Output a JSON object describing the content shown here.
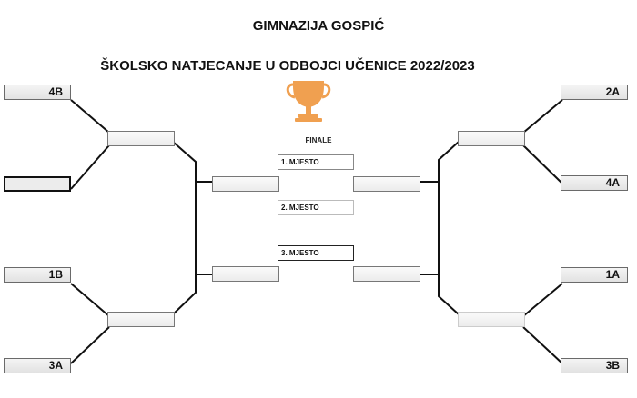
{
  "header": {
    "school": "GIMNAZIJA GOSPIĆ",
    "event": "ŠKOLSKO NATJECANJE U ODBOJCI UČENICE 2022/2023"
  },
  "trophy_icon": "trophy-icon",
  "accent_color": "#f0a050",
  "final": {
    "label": "FINALE",
    "places": [
      "1. MJESTO",
      "2. MJESTO",
      "3. MJESTO"
    ]
  },
  "left_bracket": {
    "teams": [
      "4B",
      "",
      "1B",
      "3A"
    ]
  },
  "right_bracket": {
    "teams": [
      "2A",
      "4A",
      "1A",
      "3B"
    ]
  }
}
